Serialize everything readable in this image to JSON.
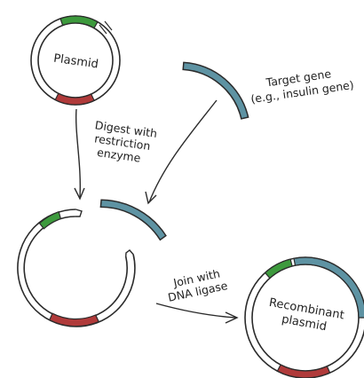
{
  "colors": {
    "outline": "#2b2b2b",
    "green": "#3d9a3d",
    "red": "#b03a3a",
    "teal": "#5e93a3",
    "background": "#ffffff"
  },
  "labels": {
    "plasmid": "Plasmid",
    "target_gene_line1": "Target gene",
    "target_gene_line2": "(e.g., insulin gene)",
    "digest_line1": "Digest with",
    "digest_line2": "restriction",
    "digest_line3": "enzyme",
    "join_line1": "Join with",
    "join_line2": "DNA ligase",
    "recombinant_line1": "Recombinant",
    "recombinant_line2": "plasmid"
  }
}
